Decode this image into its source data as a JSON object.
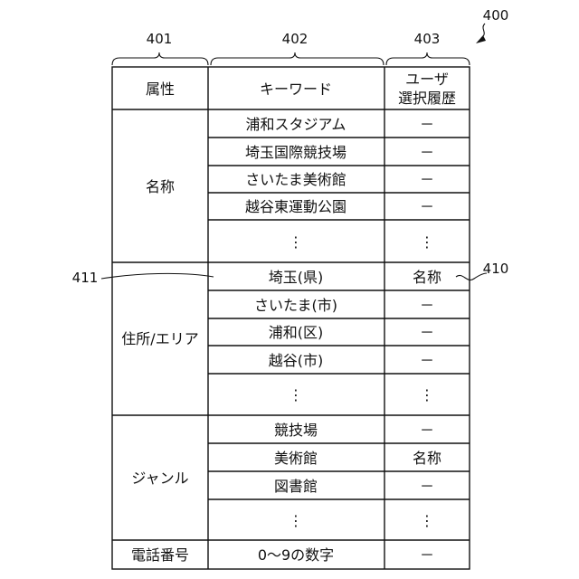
{
  "figure_ref": "400",
  "column_refs": [
    "401",
    "402",
    "403"
  ],
  "callouts": {
    "row_ref": "411",
    "cell_ref": "410"
  },
  "header": {
    "attribute": "属性",
    "keyword": "キーワード",
    "history_line1": "ユーザ",
    "history_line2": "選択履歴"
  },
  "groups": [
    {
      "attribute": "名称",
      "rows": [
        {
          "keyword": "浦和スタジアム",
          "history": "－"
        },
        {
          "keyword": "埼玉国際競技場",
          "history": "－"
        },
        {
          "keyword": "さいたま美術館",
          "history": "－"
        },
        {
          "keyword": "越谷東運動公園",
          "history": "－"
        },
        {
          "keyword": "⋮",
          "history": "⋮"
        }
      ]
    },
    {
      "attribute": "住所/エリア",
      "rows": [
        {
          "keyword": "埼玉(県)",
          "history": "名称"
        },
        {
          "keyword": "さいたま(市)",
          "history": "－"
        },
        {
          "keyword": "浦和(区)",
          "history": "－"
        },
        {
          "keyword": "越谷(市)",
          "history": "－"
        },
        {
          "keyword": "⋮",
          "history": "⋮"
        }
      ]
    },
    {
      "attribute": "ジャンル",
      "rows": [
        {
          "keyword": "競技場",
          "history": "－"
        },
        {
          "keyword": "美術館",
          "history": "名称"
        },
        {
          "keyword": "図書館",
          "history": "－"
        },
        {
          "keyword": "⋮",
          "history": "⋮"
        }
      ]
    },
    {
      "attribute": "電話番号",
      "rows": [
        {
          "keyword": "0～9の数字",
          "history": "－"
        }
      ]
    }
  ]
}
